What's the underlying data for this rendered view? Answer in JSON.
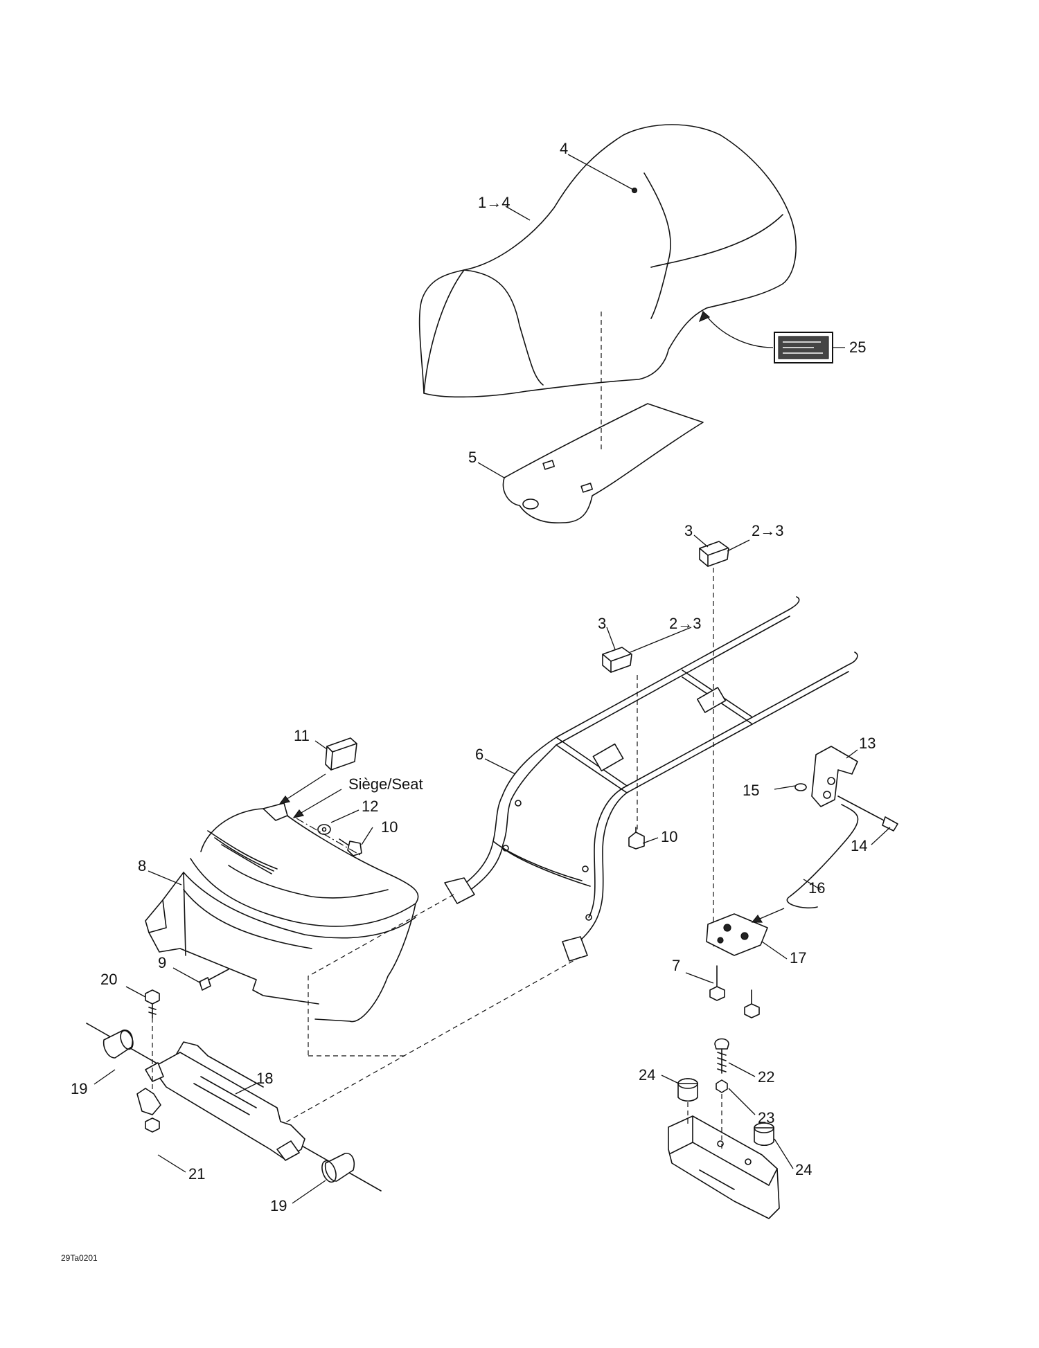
{
  "callouts": {
    "c_1_4": "1→4",
    "c_4": "4",
    "c_5": "5",
    "c_25": "25",
    "c_3a": "3",
    "c_2_3a": "2→3",
    "c_3b": "3",
    "c_2_3b": "2→3",
    "c_6": "6",
    "c_11": "11",
    "c_12": "12",
    "c_10a": "10",
    "c_10b": "10",
    "c_8": "8",
    "c_9": "9",
    "c_13": "13",
    "c_15": "15",
    "c_14": "14",
    "c_16": "16",
    "c_17": "17",
    "c_7": "7",
    "c_20": "20",
    "c_19a": "19",
    "c_18": "18",
    "c_21": "21",
    "c_19b": "19",
    "c_24a": "24",
    "c_22": "22",
    "c_23": "23",
    "c_24b": "24"
  },
  "labels": {
    "seat_note": "Siège/Seat",
    "drawing_ref": "29Ta0201"
  }
}
